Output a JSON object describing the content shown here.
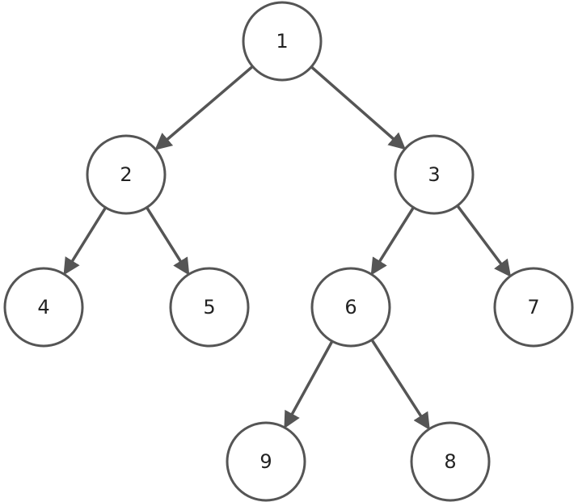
{
  "diagram": {
    "nodes": [
      {
        "id": "n1",
        "label": "1"
      },
      {
        "id": "n2",
        "label": "2"
      },
      {
        "id": "n3",
        "label": "3"
      },
      {
        "id": "n4",
        "label": "4"
      },
      {
        "id": "n5",
        "label": "5"
      },
      {
        "id": "n6",
        "label": "6"
      },
      {
        "id": "n7",
        "label": "7"
      },
      {
        "id": "n9",
        "label": "9"
      },
      {
        "id": "n8",
        "label": "8"
      }
    ],
    "edges": [
      {
        "from": "n1",
        "to": "n2"
      },
      {
        "from": "n1",
        "to": "n3"
      },
      {
        "from": "n2",
        "to": "n4"
      },
      {
        "from": "n2",
        "to": "n5"
      },
      {
        "from": "n3",
        "to": "n6"
      },
      {
        "from": "n3",
        "to": "n7"
      },
      {
        "from": "n6",
        "to": "n9"
      },
      {
        "from": "n6",
        "to": "n8"
      }
    ],
    "colors": {
      "stroke": "#555555",
      "fill": "#ffffff",
      "text": "#222222"
    }
  }
}
